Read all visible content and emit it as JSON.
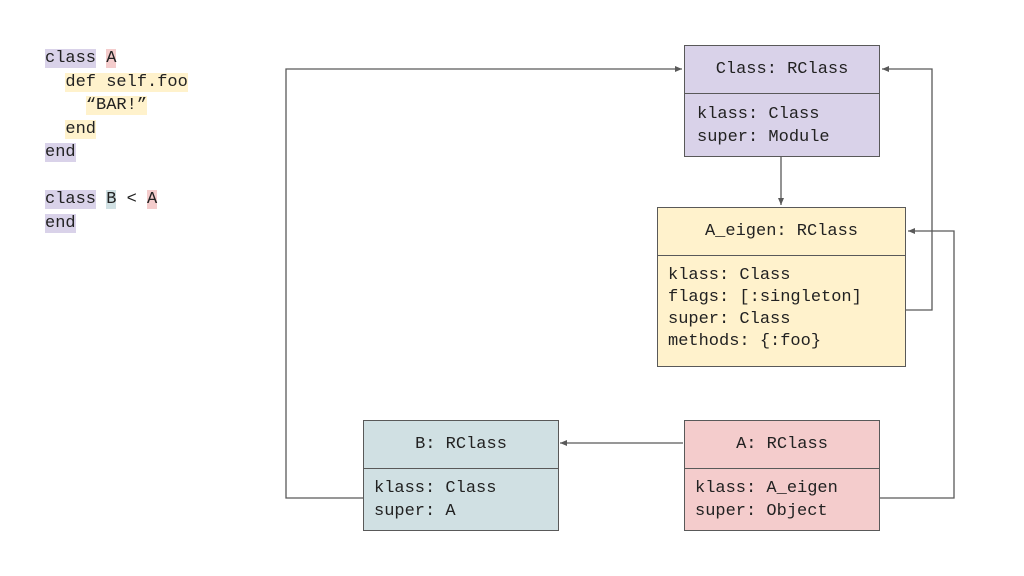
{
  "code": {
    "line1": [
      "class",
      "A"
    ],
    "line2": "def self.foo",
    "line3": "“BAR!”",
    "line4": "end",
    "line5": "end",
    "line6": [
      "class",
      "B",
      "<",
      "A"
    ],
    "line7": "end"
  },
  "boxes": {
    "class_rclass": {
      "title": "Class: RClass",
      "fields": [
        "klass: Class",
        "super: Module"
      ],
      "color": "#d9d2e9"
    },
    "a_eigen": {
      "title": "A_eigen: RClass",
      "fields": [
        "klass: Class",
        "flags: [:singleton]",
        "super: Class",
        "methods: {:foo}"
      ],
      "color": "#fff2cc"
    },
    "b_rclass": {
      "title": "B: RClass",
      "fields": [
        "klass: Class",
        "super: A"
      ],
      "color": "#d0e0e3"
    },
    "a_rclass": {
      "title": "A: RClass",
      "fields": [
        "klass: A_eigen",
        "super: Object"
      ],
      "color": "#f4cccc"
    }
  }
}
